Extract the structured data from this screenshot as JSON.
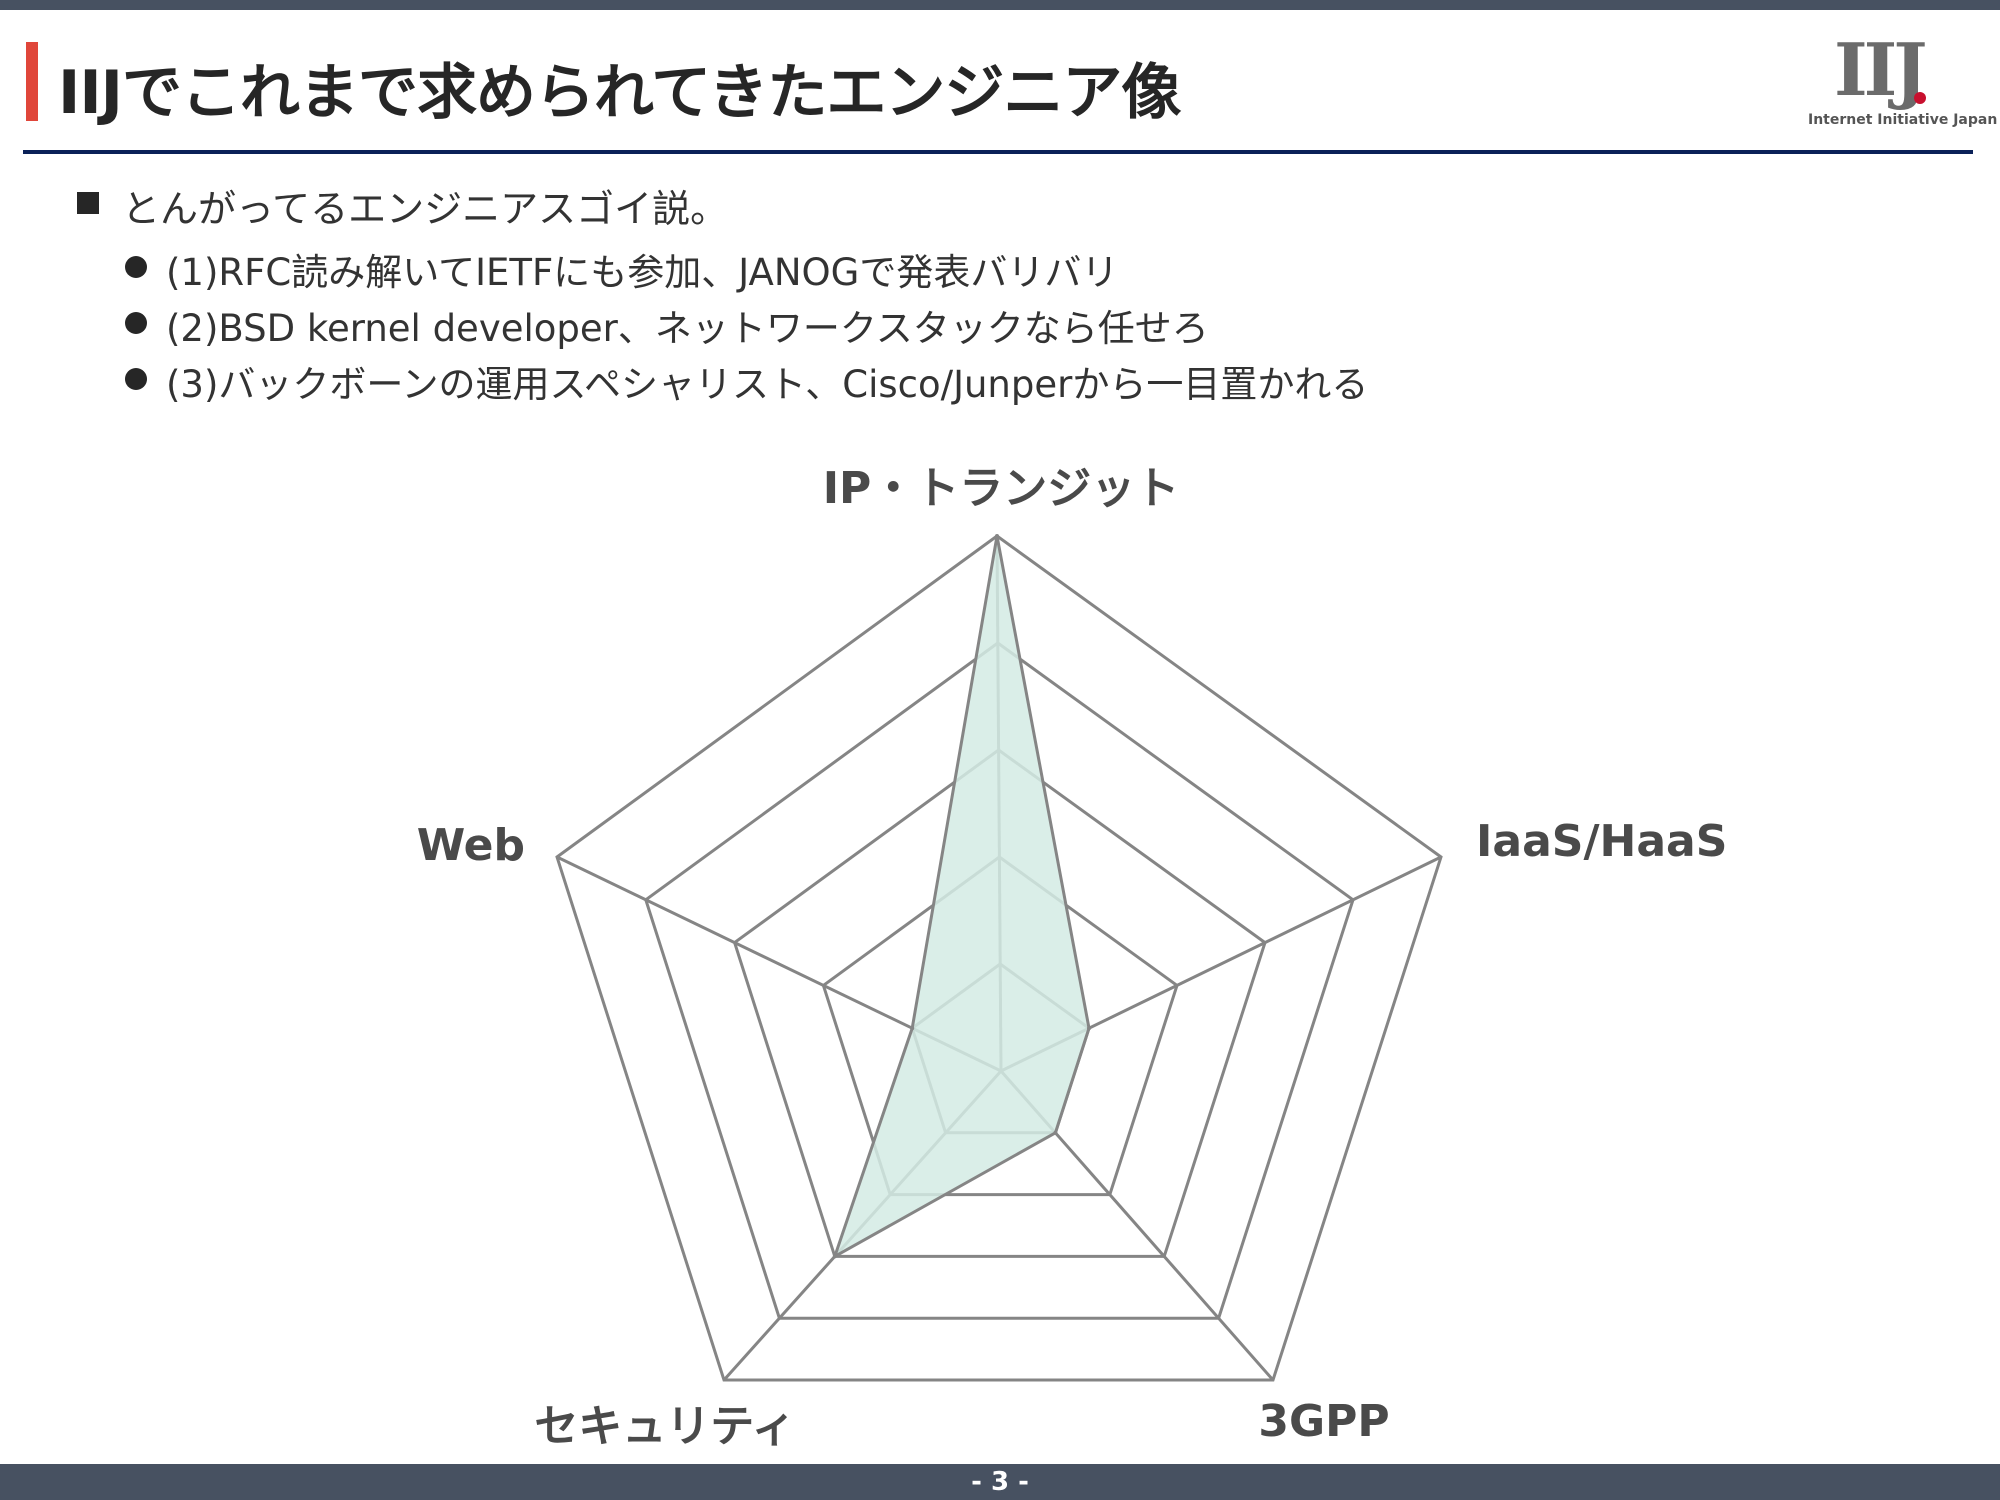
{
  "header": {
    "title": "IIJでこれまで求められてきたエンジニア像",
    "logo": {
      "mark": "IIJ",
      "tagline": "Internet Initiative Japan"
    }
  },
  "bullets": {
    "main": "とんがってるエンジニアスゴイ説。",
    "sub": [
      "(1)RFC読み解いてIETFにも参加、JANOGで発表バリバリ",
      "(2)BSD kernel developer、ネットワークスタックなら任せろ",
      "(3)バックボーンの運用スペシャリスト、Cisco/Junperから一目置かれる"
    ]
  },
  "chart_data": {
    "type": "radar",
    "categories": [
      "IP・トランジット",
      "IaaS/HaaS",
      "3GPP",
      "セキュリティ",
      "Web"
    ],
    "values": [
      5,
      1,
      1,
      3,
      1
    ],
    "rmax": 5,
    "rings": 5,
    "fill_color": "#d3ebe4",
    "line_color": "#9fb5ae",
    "grid_color": "#858585"
  },
  "footer": {
    "page": "- 3 -"
  }
}
